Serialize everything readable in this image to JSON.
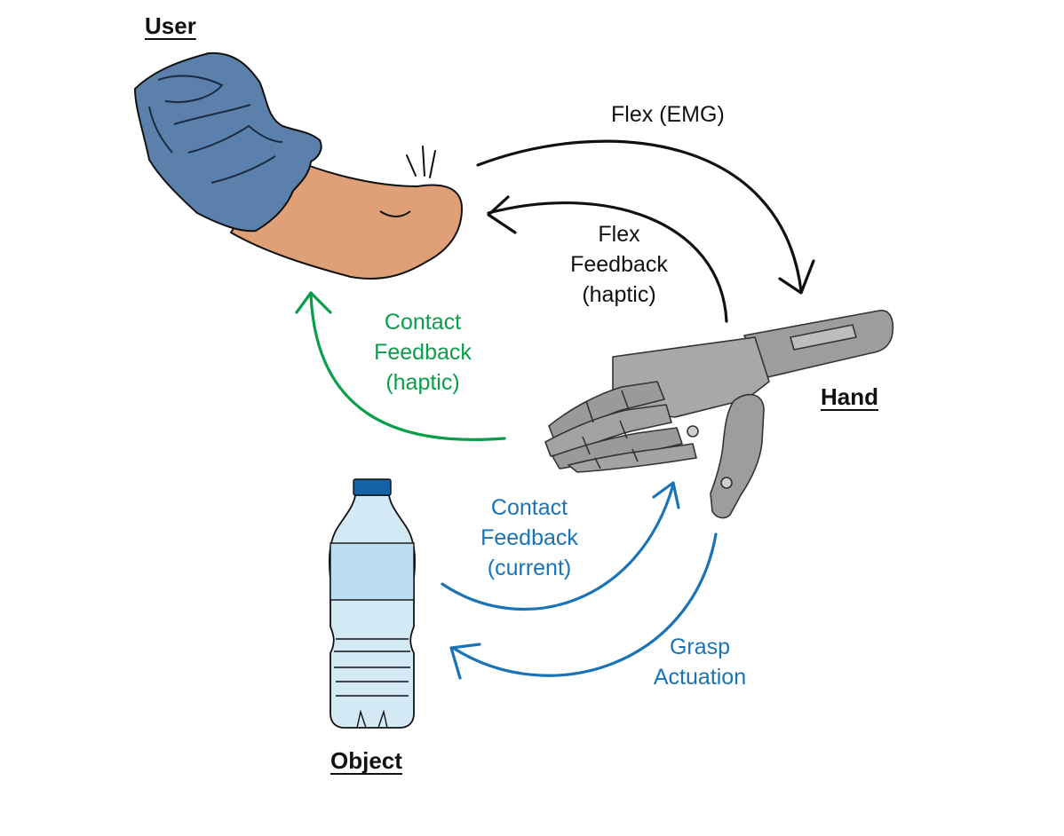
{
  "colors": {
    "black": "#111111",
    "green": "#0a9e4a",
    "blue": "#1a73b5",
    "sleeve": "#5a80ab",
    "skin": "#e0a077",
    "metal": "#9d9d9d",
    "bottle": "#d3e9f6",
    "cap": "#1561a8"
  },
  "nodes": {
    "user": "User",
    "hand": "Hand",
    "object": "Object"
  },
  "edges": {
    "flex_emg": {
      "text": "Flex (EMG)"
    },
    "flex_feedback": {
      "lines": [
        "Flex",
        "Feedback",
        "(haptic)"
      ]
    },
    "contact_haptic": {
      "lines": [
        "Contact",
        "Feedback",
        "(haptic)"
      ]
    },
    "contact_current": {
      "lines": [
        "Contact",
        "Feedback",
        "(current)"
      ]
    },
    "grasp": {
      "lines": [
        "Grasp",
        "Actuation"
      ]
    }
  },
  "icons": [
    "arm-icon",
    "robotic-hand-icon",
    "water-bottle-icon"
  ]
}
